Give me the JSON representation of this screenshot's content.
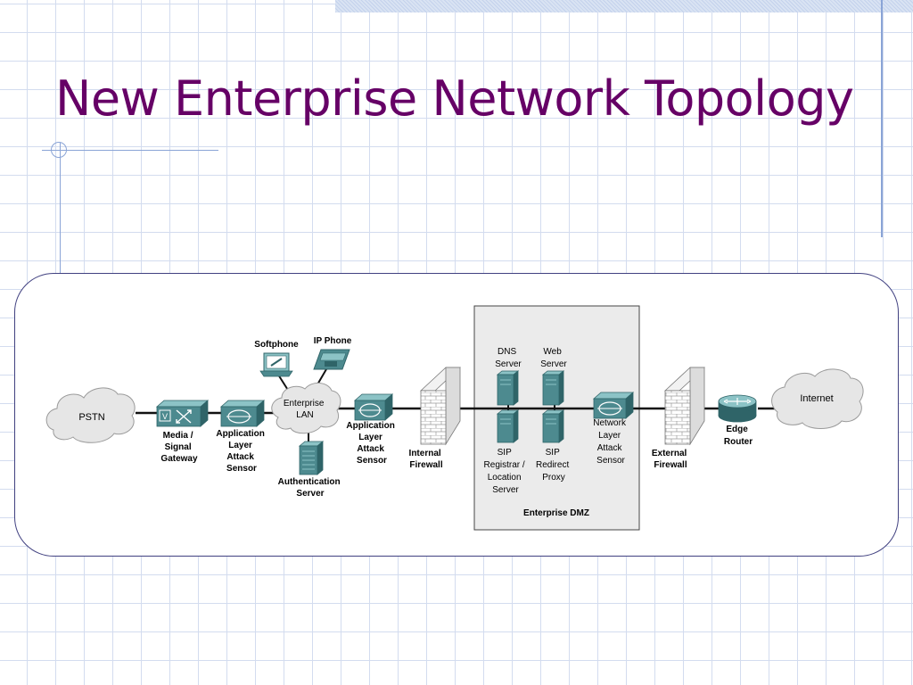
{
  "slide": {
    "title": "New Enterprise Network Topology"
  },
  "diagram": {
    "dmz_label": "Enterprise DMZ",
    "nodes": {
      "pstn": "PSTN",
      "gateway": [
        "Media /",
        "Signal",
        "Gateway"
      ],
      "sensor_left": [
        "Application",
        "Layer",
        "Attack",
        "Sensor"
      ],
      "softphone": "Softphone",
      "ip_phone": "IP Phone",
      "enterprise_lan": [
        "Enterprise",
        "LAN"
      ],
      "auth_server": [
        "Authentication",
        "Server"
      ],
      "sensor_mid": [
        "Application",
        "Layer",
        "Attack",
        "Sensor"
      ],
      "internal_firewall": [
        "Internal",
        "Firewall"
      ],
      "dns_server": [
        "DNS",
        "Server"
      ],
      "web_server": [
        "Web",
        "Server"
      ],
      "sip_registrar": [
        "SIP",
        "Registrar /",
        "Location",
        "Server"
      ],
      "sip_proxy": [
        "SIP",
        "Redirect",
        "Proxy"
      ],
      "network_sensor": [
        "Network",
        "Layer",
        "Attack",
        "Sensor"
      ],
      "external_firewall": [
        "External",
        "Firewall"
      ],
      "edge_router": [
        "Edge",
        "Router"
      ],
      "internet": "Internet"
    },
    "colors": {
      "device_front": "#4d8a8f",
      "device_top": "#8cc3c6",
      "device_side": "#2f6468",
      "cloud": "#e6e6e6",
      "dmz_fill": "#ebebeb",
      "link": "#111111",
      "title": "#660066"
    }
  }
}
